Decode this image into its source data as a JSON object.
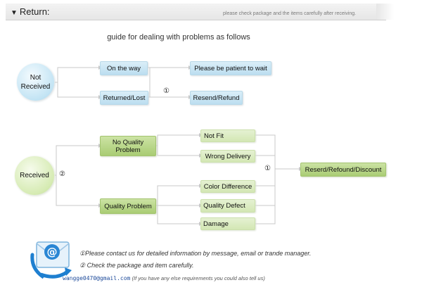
{
  "header": {
    "title": "Return:",
    "note": "please check package and the items carefully after receiving."
  },
  "guide_title": "guide for dealing with problems as follows",
  "not_received": {
    "label": "Not Received",
    "on_the_way": "On the way",
    "returned_lost": "Returned/Lost",
    "wait": "Please be patient to wait",
    "resend": "Resend/Refund",
    "step": "①"
  },
  "received": {
    "label": "Received",
    "step": "②",
    "no_quality": "No Quality Problem",
    "quality": "Quality Problem",
    "not_fit": "Not Fit",
    "wrong_delivery": "Wrong Delivery",
    "color_difference": "Color Difference",
    "quality_defect": "Quality Defect",
    "damage": "Damage",
    "result_step": "①",
    "result": "Reserd/Refound/Discount"
  },
  "contact": {
    "line1": "①Please contact us for detailed information by message, email or trande manager.",
    "line2": "② Check the package and item carefully.",
    "email": "wangge0470@gmail.com",
    "note": "(If you have any else requirements you could also tell us)"
  },
  "icons": [
    "triangle-down-icon",
    "email-at-icon",
    "curved-arrow-icon"
  ],
  "colors": {
    "blue_node": "#c3e4f4",
    "green_node": "#a9cc73",
    "light_green_node": "#d3e7b4",
    "connector": "#c8c8c8"
  }
}
